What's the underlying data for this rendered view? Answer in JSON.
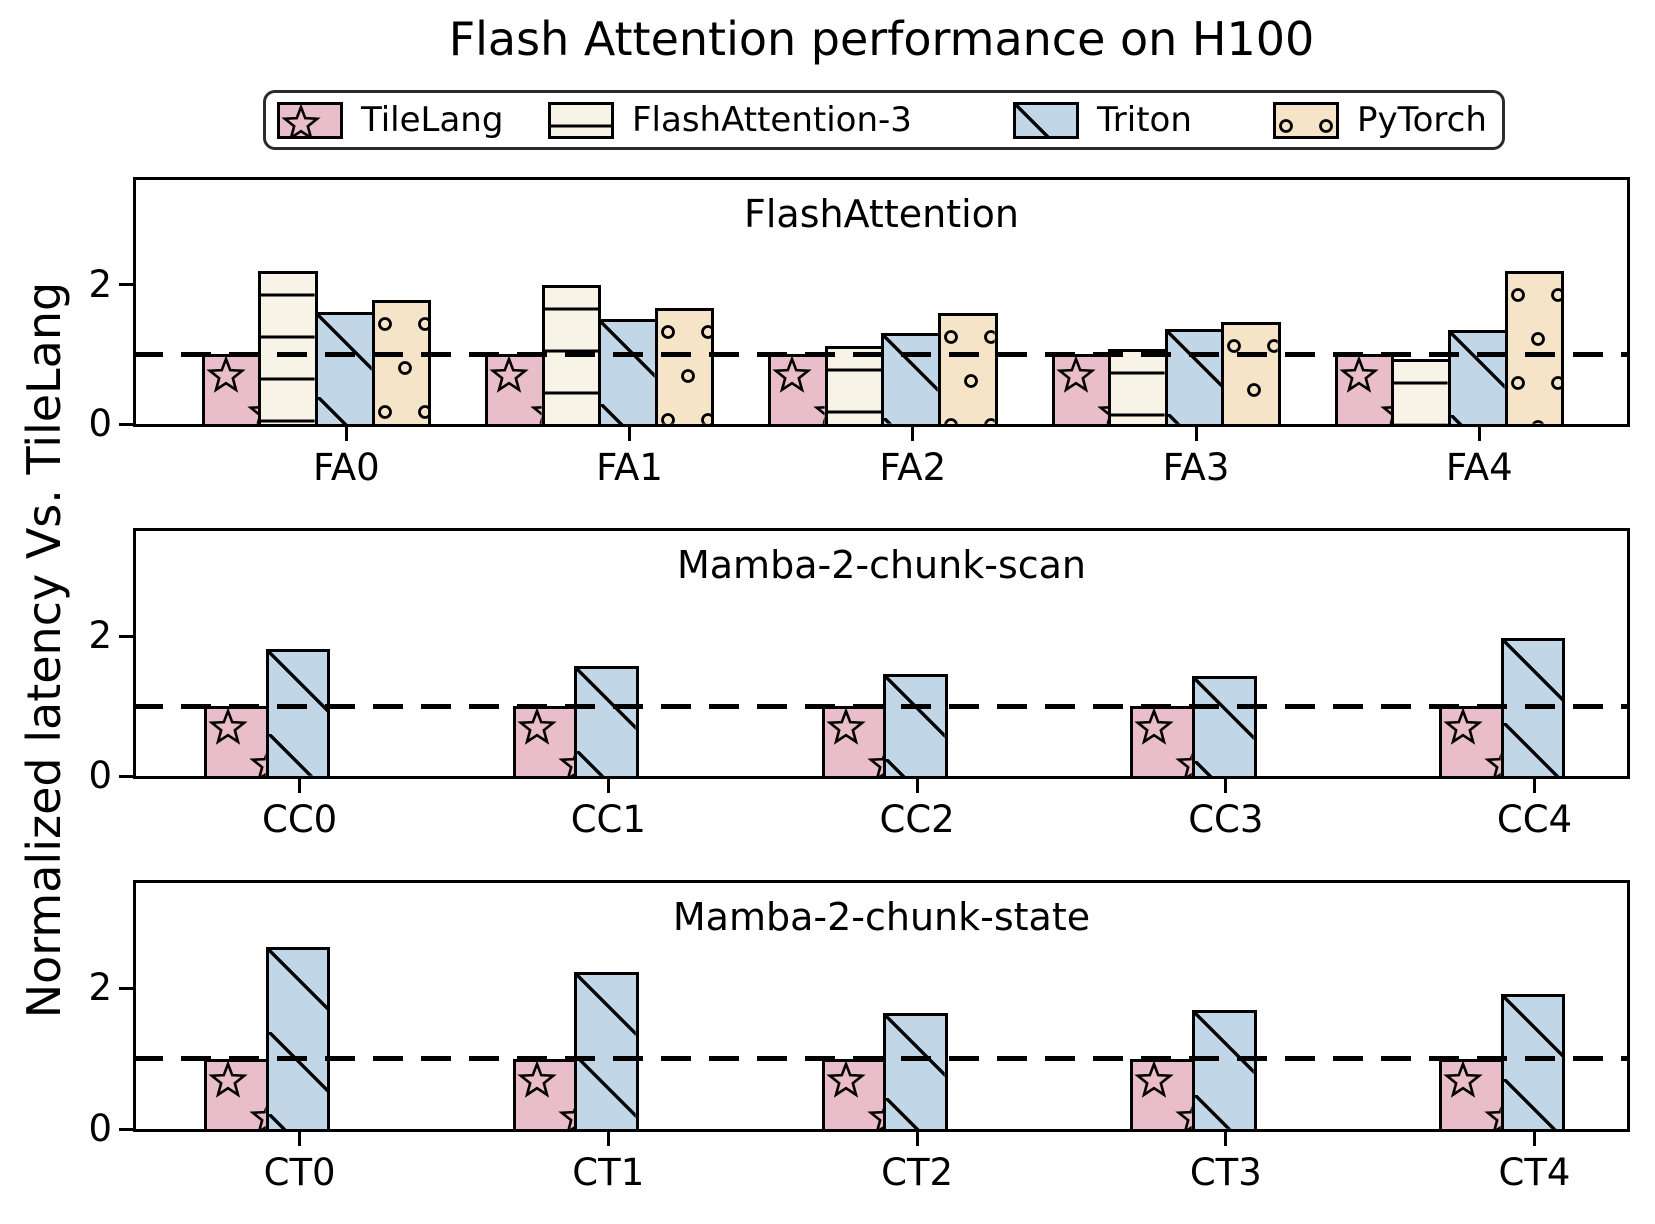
{
  "title": "Flash Attention performance on H100",
  "ylabel": "Normalized latency Vs. TileLang",
  "legend": [
    {
      "name": "TileLang",
      "color": "#eabdca",
      "hatch": "star",
      "swatch_icon": "star-hatch-swatch"
    },
    {
      "name": "FlashAttention-3",
      "color": "#f7f3e6",
      "hatch": "hlines",
      "swatch_icon": "hline-hatch-swatch"
    },
    {
      "name": "Triton",
      "color": "#c1d6e6",
      "hatch": "diag",
      "swatch_icon": "diagonal-hatch-swatch"
    },
    {
      "name": "PyTorch",
      "color": "#f5e4c8",
      "hatch": "circles",
      "swatch_icon": "circle-hatch-swatch"
    }
  ],
  "reference_line_value": 1.0,
  "chart_data": [
    {
      "type": "bar",
      "title": "FlashAttention",
      "categories": [
        "FA0",
        "FA1",
        "FA2",
        "FA3",
        "FA4"
      ],
      "series": [
        {
          "name": "TileLang",
          "values": [
            1.0,
            1.0,
            1.0,
            1.0,
            1.0
          ]
        },
        {
          "name": "FlashAttention-3",
          "values": [
            2.2,
            2.0,
            1.12,
            1.08,
            0.93
          ]
        },
        {
          "name": "Triton",
          "values": [
            1.61,
            1.51,
            1.3,
            1.36,
            1.35
          ]
        },
        {
          "name": "PyTorch",
          "values": [
            1.78,
            1.66,
            1.59,
            1.47,
            2.19
          ]
        }
      ],
      "ylim": [
        0,
        3.5
      ],
      "yticks": [
        0,
        2
      ],
      "ref_line": 1.0,
      "grid": false,
      "legend_position": "figure-top"
    },
    {
      "type": "bar",
      "title": "Mamba-2-chunk-scan",
      "categories": [
        "CC0",
        "CC1",
        "CC2",
        "CC3",
        "CC4"
      ],
      "series": [
        {
          "name": "TileLang",
          "values": [
            1.0,
            1.0,
            1.0,
            1.0,
            1.0
          ]
        },
        {
          "name": "Triton",
          "values": [
            1.81,
            1.57,
            1.46,
            1.43,
            1.97
          ]
        }
      ],
      "ylim": [
        0,
        3.5
      ],
      "yticks": [
        0,
        2
      ],
      "ref_line": 1.0,
      "grid": false,
      "legend_position": "figure-top"
    },
    {
      "type": "bar",
      "title": "Mamba-2-chunk-state",
      "categories": [
        "CT0",
        "CT1",
        "CT2",
        "CT3",
        "CT4"
      ],
      "series": [
        {
          "name": "TileLang",
          "values": [
            1.0,
            1.0,
            1.0,
            1.0,
            1.0
          ]
        },
        {
          "name": "Triton",
          "values": [
            2.59,
            2.23,
            1.65,
            1.69,
            1.92
          ]
        }
      ],
      "ylim": [
        0,
        3.5
      ],
      "yticks": [
        0,
        2
      ],
      "ref_line": 1.0,
      "grid": false,
      "legend_position": "figure-top"
    }
  ]
}
